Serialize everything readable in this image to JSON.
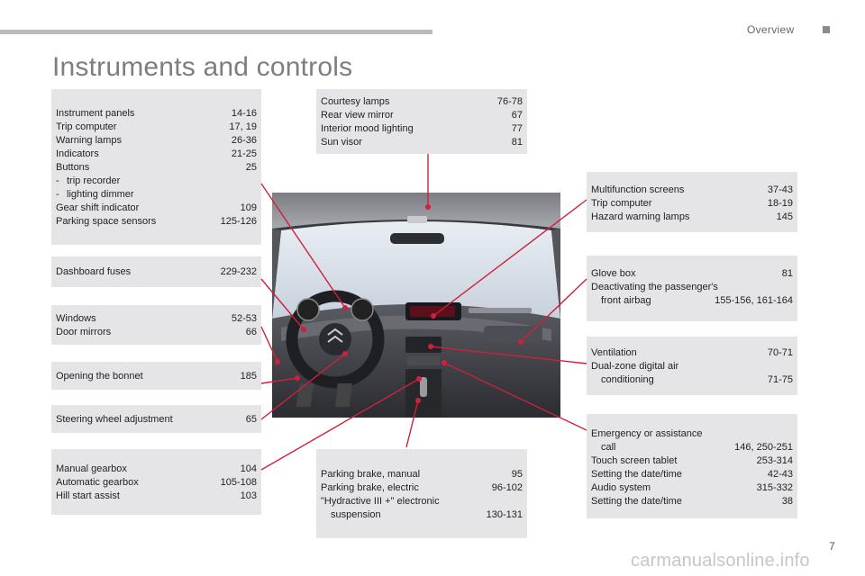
{
  "header": {
    "section": "Overview",
    "title": "Instruments and controls"
  },
  "boxes": {
    "panels": {
      "items": [
        {
          "label": "Instrument panels",
          "page": "14-16"
        },
        {
          "label": "Trip computer",
          "page": "17, 19"
        },
        {
          "label": "Warning lamps",
          "page": "26-36"
        },
        {
          "label": "Indicators",
          "page": "21-25"
        },
        {
          "label": "Buttons",
          "page": "25"
        },
        {
          "bullet": "-",
          "label": "trip recorder",
          "page": ""
        },
        {
          "bullet": "-",
          "label": "lighting dimmer",
          "page": ""
        },
        {
          "label": "Gear shift indicator",
          "page": "109"
        },
        {
          "label": "Parking space sensors",
          "page": "125-126"
        }
      ]
    },
    "fuses": {
      "items": [
        {
          "label": "Dashboard fuses",
          "page": "229-232"
        }
      ]
    },
    "windows": {
      "items": [
        {
          "label": "Windows",
          "page": "52-53"
        },
        {
          "label": "Door mirrors",
          "page": "66"
        }
      ]
    },
    "bonnet": {
      "items": [
        {
          "label": "Opening the bonnet",
          "page": "185"
        }
      ]
    },
    "steering": {
      "items": [
        {
          "label": "Steering wheel adjustment",
          "page": "65"
        }
      ]
    },
    "gearbox": {
      "items": [
        {
          "label": "Manual gearbox",
          "page": "104"
        },
        {
          "label": "Automatic gearbox",
          "page": "105-108"
        },
        {
          "label": "Hill start assist",
          "page": "103"
        }
      ]
    },
    "courtesy": {
      "items": [
        {
          "label": "Courtesy lamps",
          "page": "76-78"
        },
        {
          "label": "Rear view mirror",
          "page": "67"
        },
        {
          "label": "Interior mood lighting",
          "page": "77"
        },
        {
          "label": "Sun visor",
          "page": "81"
        }
      ]
    },
    "parking": {
      "items": [
        {
          "label": "Parking brake, manual",
          "page": "95"
        },
        {
          "label": "Parking brake, electric",
          "page": "96-102"
        },
        {
          "label": "\"Hydractive III +\" electronic",
          "page": ""
        },
        {
          "indent": true,
          "label": "suspension",
          "page": "130-131"
        }
      ]
    },
    "multi": {
      "items": [
        {
          "label": "Multifunction screens",
          "page": "37-43"
        },
        {
          "label": "Trip computer",
          "page": "18-19"
        },
        {
          "label": "Hazard warning lamps",
          "page": "145"
        }
      ]
    },
    "glove": {
      "items": [
        {
          "label": "Glove box",
          "page": "81"
        },
        {
          "label": "Deactivating the passenger's",
          "page": ""
        },
        {
          "indent": true,
          "label": "front airbag",
          "page": "155-156, 161-164"
        }
      ]
    },
    "vent": {
      "items": [
        {
          "label": "Ventilation",
          "page": "70-71"
        },
        {
          "label": "Dual-zone digital air",
          "page": ""
        },
        {
          "indent": true,
          "label": "conditioning",
          "page": "71-75"
        }
      ]
    },
    "emergency": {
      "items": [
        {
          "label": "Emergency or assistance",
          "page": ""
        },
        {
          "indent": true,
          "label": "call",
          "page": "146, 250-251"
        },
        {
          "label": "Touch screen tablet",
          "page": "253-314"
        },
        {
          "label": "Setting the date/time",
          "page": "42-43"
        },
        {
          "label": "Audio system",
          "page": "315-332"
        },
        {
          "label": "Setting the date/time",
          "page": "38"
        }
      ]
    }
  },
  "footer": {
    "page_number": "7",
    "watermark": "carmanualsonline.info"
  },
  "colors": {
    "leader": "#d0203a",
    "box": "#e5e5e8",
    "title": "#7d7d85"
  }
}
